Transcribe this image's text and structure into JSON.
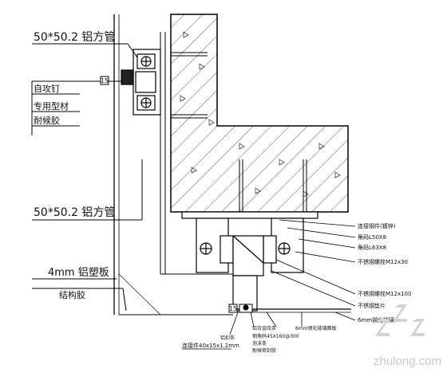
{
  "labels": {
    "top_tube": "50*50.2 铝方管",
    "self_tapping_screw": "自攻钉",
    "special_profile": "专用型材",
    "weather_sealant": "耐候胶",
    "mid_tube": "50*50.2 铝方管",
    "aluminum_panel": "4mm 铝塑板",
    "structural_glue": "结构胶",
    "dim_15_top": "15",
    "dim_15_bottom": "15"
  },
  "right_callouts": [
    "连接钢件(镀锌)",
    "角码L50X8",
    "角码L63X8",
    "不锈钢螺栓M12x30",
    "不锈钢螺栓M12x100",
    "不锈钢垫片",
    "6mm钢化玻璃"
  ],
  "bottom_callouts": {
    "aluminum_bar": "铝扣条",
    "sealing_strip": "铝合金压条",
    "steel_angle": "钢角码45X160@300",
    "foam_strip": "泡沫条",
    "sealant": "耐候密封胶",
    "glass_note": "6mm钢化玻璃面板",
    "plate_note": "连接件40x15x1.2mm"
  },
  "watermark": {
    "brand": "zhulong.com"
  },
  "colors": {
    "line": "#000000",
    "hatch": "#333333",
    "watermark": "#c9c9c9"
  }
}
